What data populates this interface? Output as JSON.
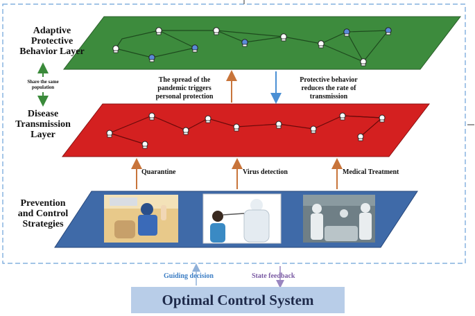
{
  "layers": {
    "adaptive": {
      "line1": "Adaptive",
      "line2": "Protective",
      "line3": "Behavior Layer",
      "color": "#3d8b3d"
    },
    "disease": {
      "line1": "Disease",
      "line2": "Transmission",
      "line3": "Layer",
      "color": "#d42020"
    },
    "prevention": {
      "line1": "Prevention",
      "line2": "and Control",
      "line3": "Strategies",
      "color": "#3f6aa8"
    }
  },
  "share": {
    "line1": "Share the same",
    "line2": "population"
  },
  "annotations": {
    "spread": {
      "line1": "The spread of the",
      "line2": "pandemic triggers",
      "line3": "personal protection"
    },
    "protective": {
      "line1": "Protective behavior",
      "line2": "reduces the rate of",
      "line3": "transmission"
    }
  },
  "strategies": {
    "quarantine": "Quarantine",
    "virus_detection": "Virus detection",
    "medical_treatment": "Medical Treatment"
  },
  "feedback": {
    "guiding": "Guiding decision",
    "state": "State feedback"
  },
  "system": {
    "title": "Optimal Control System"
  },
  "colors": {
    "arrow_up": "#c8743a",
    "arrow_down": "#4a8fd4",
    "share_arrow": "#3a8a3a",
    "dashed_border": "#6aa0d8"
  }
}
